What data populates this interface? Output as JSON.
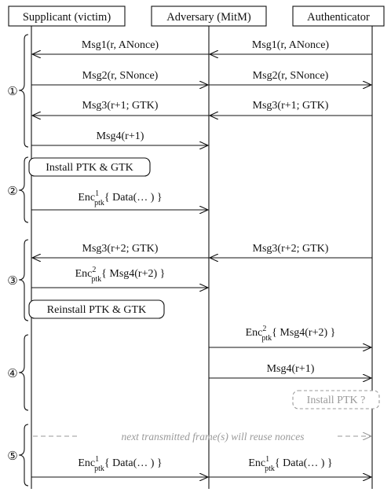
{
  "participants": {
    "supplicant": "Supplicant (victim)",
    "adversary": "Adversary (MitM)",
    "authenticator": "Authenticator"
  },
  "phases": [
    "①",
    "②",
    "③",
    "④",
    "⑤"
  ],
  "messages": {
    "m1": "Msg1(r, ANonce)",
    "m2": "Msg2(r, SNonce)",
    "m3": "Msg3(r+1; GTK)",
    "m4": "Msg4(r+1)",
    "m3b": "Msg3(r+2; GTK)",
    "enc": "Enc",
    "ptk": "ptk",
    "one": "1",
    "two": "2",
    "data": "{ Data(… ) }",
    "msg4r2": "{ Msg4(r+2) }"
  },
  "boxes": {
    "install": "Install PTK & GTK",
    "reinstall": "Reinstall PTK & GTK",
    "install_q": "Install PTK ?"
  },
  "note": "next transmitted frame(s) will reuse nonces"
}
